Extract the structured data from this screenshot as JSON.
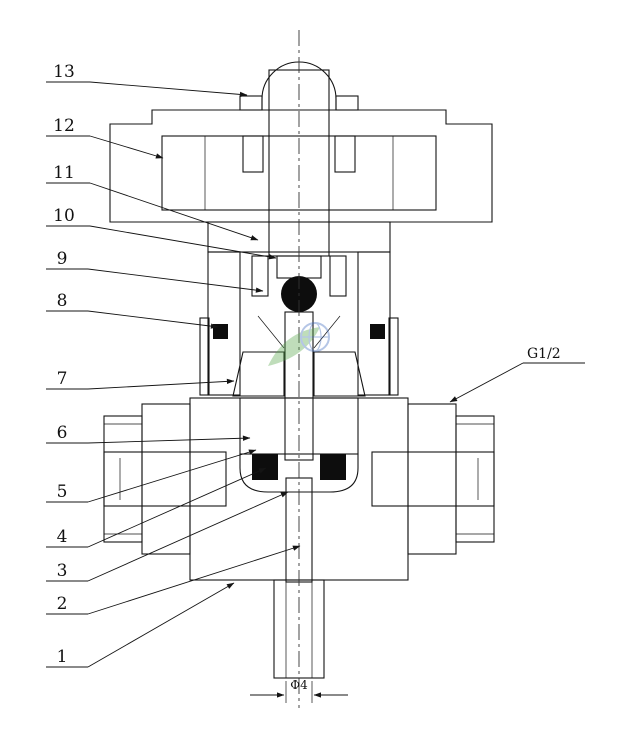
{
  "drawing": {
    "callouts": [
      "1",
      "2",
      "3",
      "4",
      "5",
      "6",
      "7",
      "8",
      "9",
      "10",
      "11",
      "12",
      "13"
    ],
    "thread_label": "G1/2",
    "dimension_label": "Φ4",
    "colors": {
      "seal": "#0d0d0d",
      "watermark_green": "#58a84d",
      "watermark_blue": "#3f6cc0"
    }
  }
}
